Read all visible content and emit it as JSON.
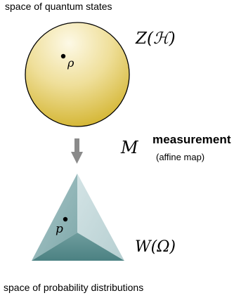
{
  "captions": {
    "top": "space of quantum states",
    "bottom": "space of probability distributions"
  },
  "labels": {
    "quantum_space": "Z(ℋ)",
    "map": "M",
    "measurement": "measurement",
    "affine": "(affine map)",
    "probability_space": "W(Ω)",
    "state_point": "ρ",
    "distribution_point": "p"
  },
  "colors": {
    "ball_light": "#fbf6dc",
    "ball_dark": "#cfae20",
    "arrow": "#8a8a8a",
    "tetra_light": "#c9dde0",
    "tetra_dark": "#4f8586"
  }
}
